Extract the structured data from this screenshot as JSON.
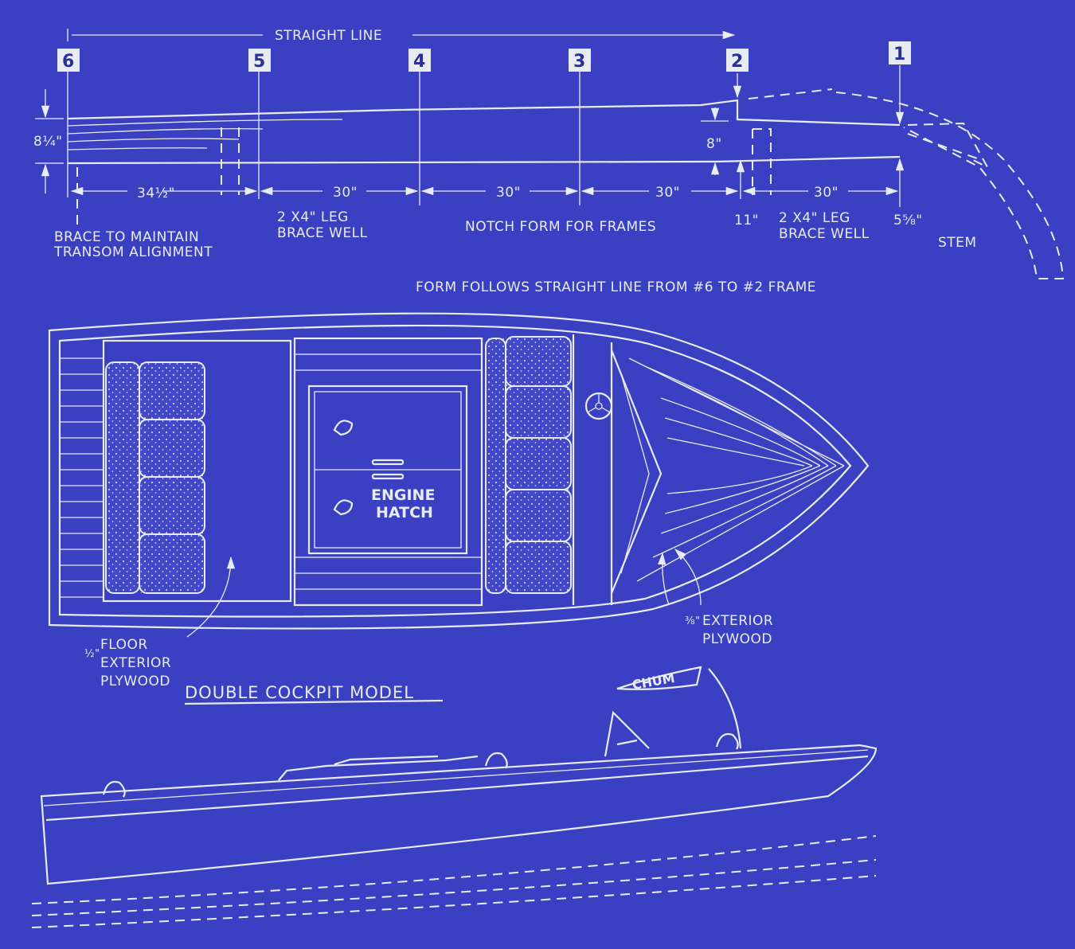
{
  "colors": {
    "paper": "#3b40c2",
    "ink": "#e6ecf2"
  },
  "form_view": {
    "straight_line_label": "STRAIGHT LINE",
    "frames": [
      "6",
      "5",
      "4",
      "3",
      "2",
      "1"
    ],
    "dims": {
      "height_aft": "8¼\"",
      "height_fwd": "8\"",
      "aft_span": "34½\"",
      "span_5_4": "30\"",
      "span_4_3": "30\"",
      "span_3_2": "30\"",
      "span_2_1": "30\"",
      "notch_offset": "11\"",
      "stem_offset": "5⅝\""
    },
    "notes": {
      "brace_line1": "BRACE TO MAINTAIN",
      "brace_line2": "TRANSOM ALIGNMENT",
      "leg_aft_line1": "2 X4\" LEG",
      "leg_aft_line2": "BRACE WELL",
      "notch": "NOTCH FORM FOR FRAMES",
      "leg_fwd_line1": "2 X4\" LEG",
      "leg_fwd_line2": "BRACE WELL",
      "stem": "STEM",
      "form_follows": "FORM FOLLOWS STRAIGHT LINE FROM #6 TO #2 FRAME"
    }
  },
  "plan_view": {
    "engine_hatch_line1": "ENGINE",
    "engine_hatch_line2": "HATCH",
    "floor_fraction": "½\"",
    "floor_line1": "FLOOR",
    "floor_line2": "EXTERIOR",
    "floor_line3": "PLYWOOD",
    "deck_fraction": "⅜\"",
    "deck_line1": "EXTERIOR",
    "deck_line2": "PLYWOOD"
  },
  "title": "DOUBLE COCKPIT MODEL",
  "side_view": {
    "pennant": "CHUM"
  }
}
